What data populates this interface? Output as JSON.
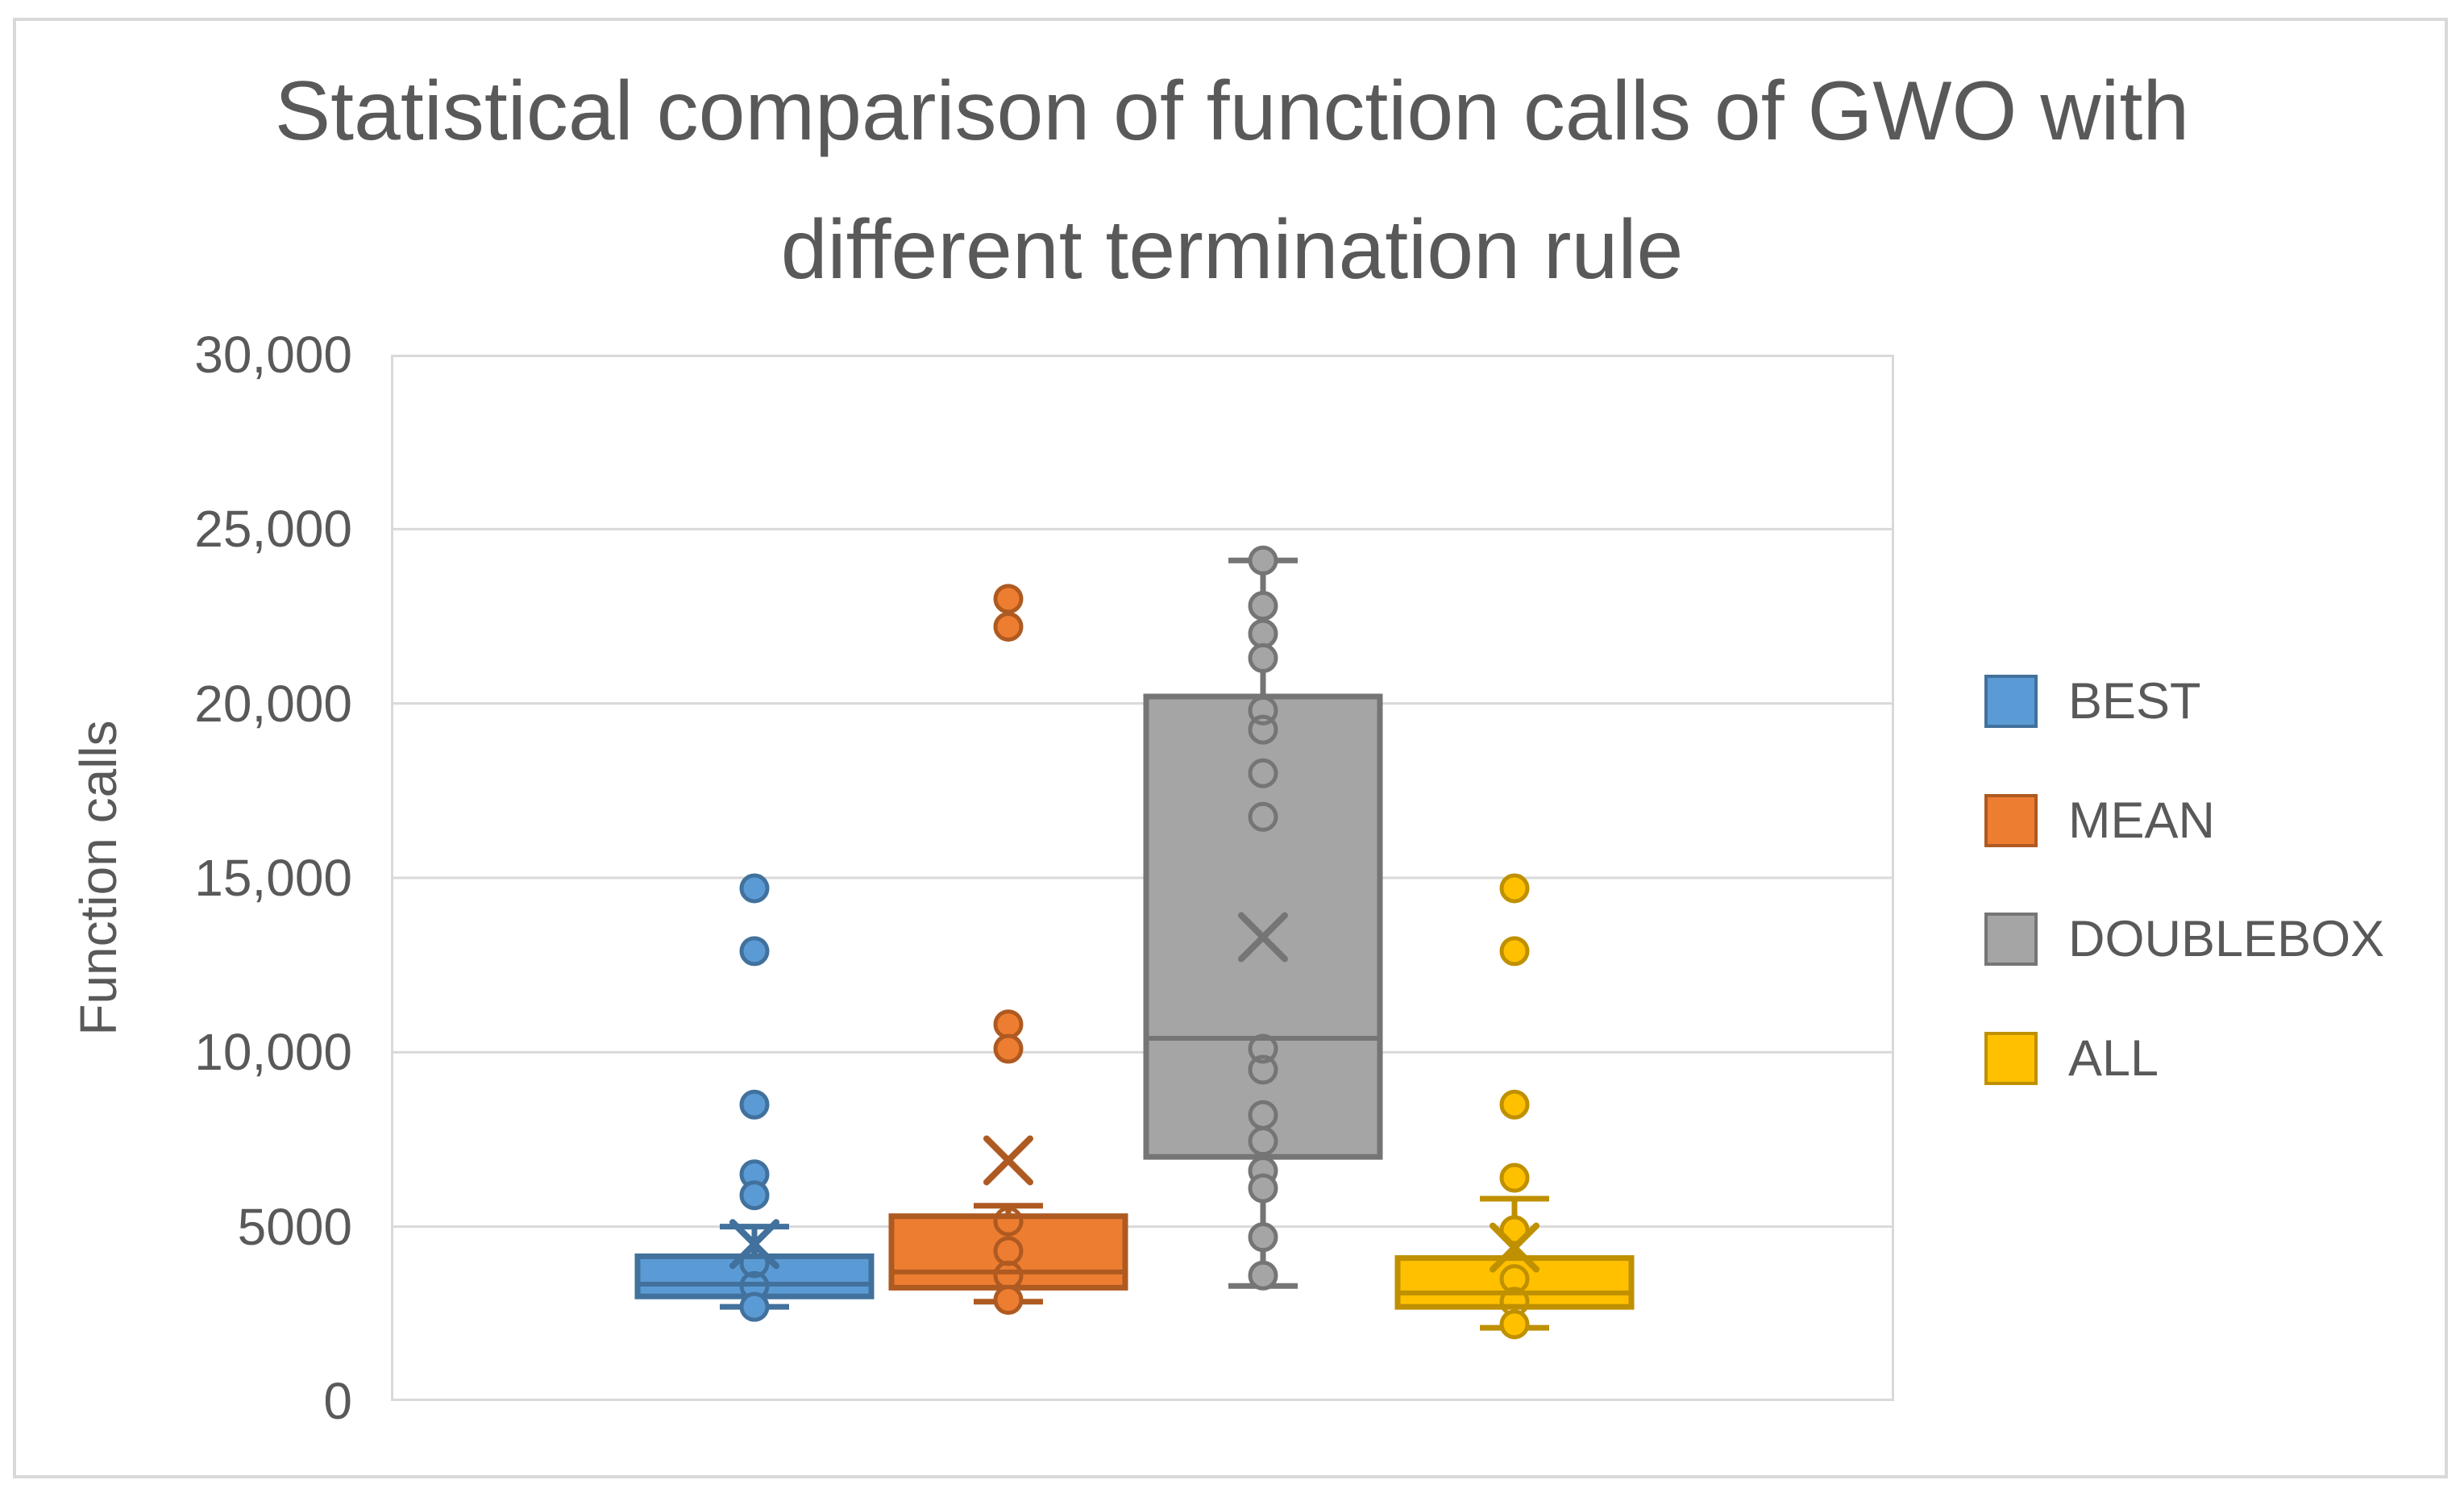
{
  "title": {
    "text": "Statistical comparison of function calls of GWO with different termination rule",
    "lines": [
      "Statistical comparison of function calls of GWO with",
      "different termination rule"
    ]
  },
  "y_axis": {
    "label": "Function calls",
    "ticks": [
      "30,000",
      "25,000",
      "20,000",
      "15,000",
      "10,000",
      "5000",
      "0"
    ],
    "tick_values": [
      30000,
      25000,
      20000,
      15000,
      10000,
      5000,
      0
    ]
  },
  "legend": {
    "position": "right",
    "items": [
      {
        "label": "BEST",
        "fill": "#5B9BD5",
        "stroke": "#41719C"
      },
      {
        "label": "MEAN",
        "fill": "#ED7D31",
        "stroke": "#AE5A21"
      },
      {
        "label": "DOUBLEBOX",
        "fill": "#A5A5A5",
        "stroke": "#757575"
      },
      {
        "label": "ALL",
        "fill": "#FFC000",
        "stroke": "#BF9000"
      }
    ]
  },
  "colors": {
    "gridline": "#D9D9D9",
    "text": "#595959",
    "background": "#FFFFFF"
  },
  "chart_data": {
    "type": "box",
    "title": "Statistical comparison of function calls of GWO with different termination rule",
    "xlabel": "",
    "ylabel": "Function calls",
    "ylim": [
      0,
      30000
    ],
    "y_tick_interval": 5000,
    "grid": true,
    "legend_position": "right",
    "categories": [
      "BEST",
      "MEAN",
      "DOUBLEBOX",
      "ALL"
    ],
    "series": [
      {
        "name": "BEST",
        "fill": "#5B9BD5",
        "stroke": "#41719C",
        "whisker_low": 2700,
        "q1": 3000,
        "median": 3350,
        "q3": 4150,
        "whisker_high": 5000,
        "mean": 4500,
        "points": [
          14700,
          12900,
          8500,
          6500,
          5900,
          3950,
          3300,
          2700
        ]
      },
      {
        "name": "MEAN",
        "fill": "#ED7D31",
        "stroke": "#AE5A21",
        "whisker_low": 2850,
        "q1": 3250,
        "median": 3700,
        "q3": 5300,
        "whisker_high": 5600,
        "mean": 6900,
        "points": [
          23000,
          22200,
          10800,
          10100,
          5150,
          4300,
          3600,
          2900
        ]
      },
      {
        "name": "DOUBLEBOX",
        "fill": "#A5A5A5",
        "stroke": "#757575",
        "whisker_low": 3300,
        "q1": 7000,
        "median": 10400,
        "q3": 20200,
        "whisker_high": 24100,
        "mean": 13300,
        "points": [
          24100,
          22800,
          22000,
          21300,
          19800,
          19250,
          18000,
          16750,
          10100,
          9500,
          8200,
          7450,
          6600,
          6100,
          4700,
          3600
        ]
      },
      {
        "name": "ALL",
        "fill": "#FFC000",
        "stroke": "#BF9000",
        "whisker_low": 2100,
        "q1": 2700,
        "median": 3100,
        "q3": 4100,
        "whisker_high": 5800,
        "mean": 4400,
        "points": [
          14700,
          12900,
          8500,
          6400,
          4900,
          3500,
          2850,
          2200
        ]
      }
    ]
  }
}
